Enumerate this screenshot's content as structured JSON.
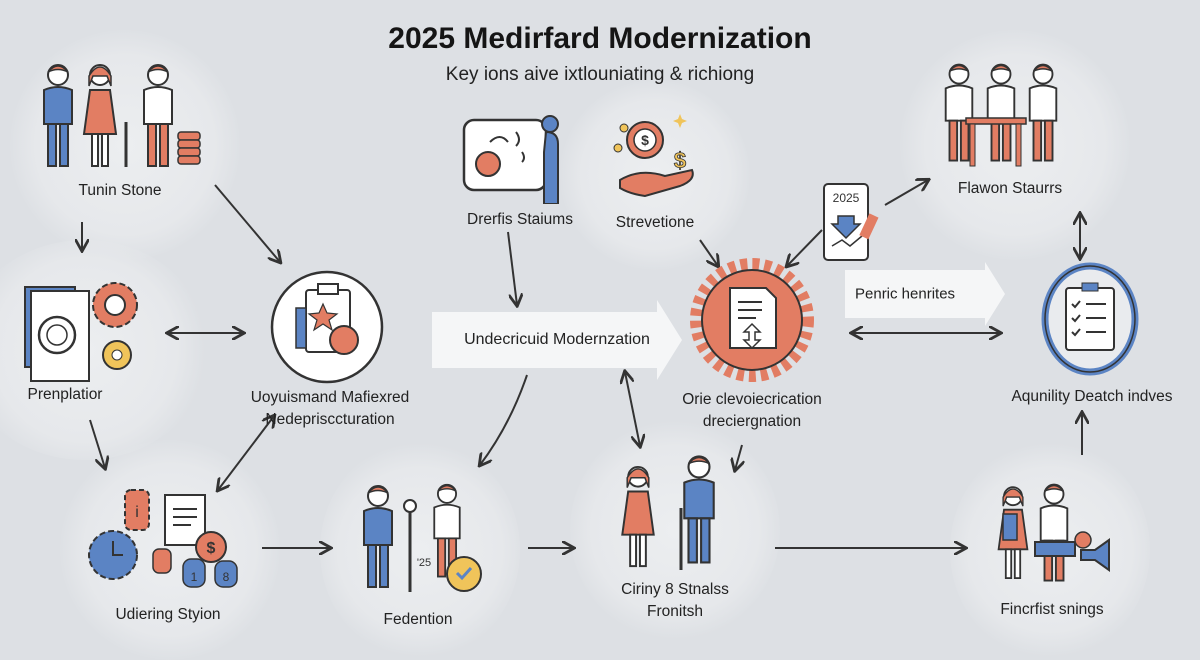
{
  "title": "2025 Medirfard Modernization",
  "subtitle": "Key ions aive ixtlouniating & richiong",
  "colors": {
    "background": "#dde0e4",
    "blue": "#5b84c4",
    "coral": "#e27d63",
    "gold": "#f0c45a",
    "line": "#333333"
  },
  "nodes": {
    "tunin_stone": "Tunin Stone",
    "drerfis_staiums": "Drerfis Staiums",
    "strevetione": "Strevetione",
    "flawon_staurrs": "Flawon Staurrs",
    "prenplatior": "Prenplatior",
    "uoyuismand_line1": "Uoyuismand Mafiexred",
    "uoyuismand_line2": "Nedeprisccturation",
    "undecricuid": "Undecricuid Modernzation",
    "orie_line1": "Orie clevoiecrication",
    "orie_line2": "dreciergnation",
    "penric": "Penric henrites",
    "aqunility": "Aqunility Deatch indves",
    "udiering": "Udiering Styion",
    "fedention": "Fedention",
    "ciriny_line1": "Ciriny 8 Stnalss",
    "ciriny_line2": "Fronitsh",
    "fincrfist": "Fincrfist snings"
  },
  "icon_text": {
    "calendar_year": "2025",
    "coin_1": "1",
    "coin_8": "8",
    "tag_25": "'25"
  }
}
